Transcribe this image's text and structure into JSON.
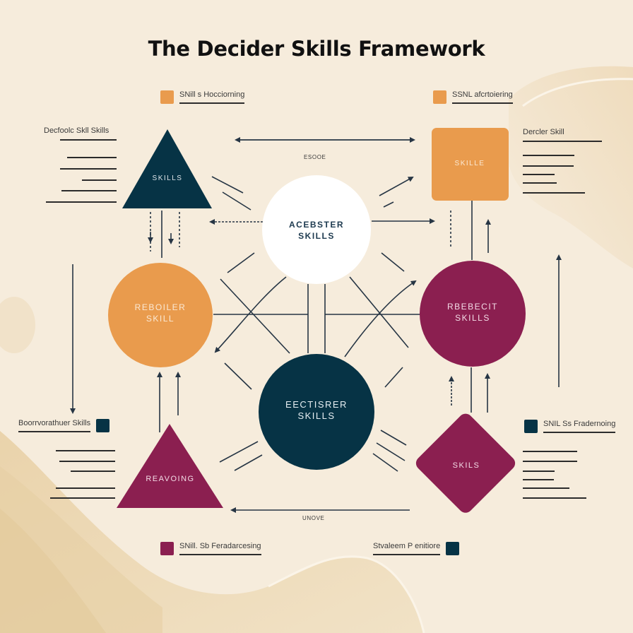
{
  "title": "The Decider Skills Framework",
  "colors": {
    "background": "#f6ecdc",
    "navy": "#063345",
    "orange": "#e99b4d",
    "maroon": "#8b1f50",
    "white": "#ffffff",
    "ink": "#2b2b2b"
  },
  "legends": {
    "top_left": {
      "label": "SNill s Hocciorning",
      "color": "orange"
    },
    "top_right": {
      "label": "SSNL afcrtoiering",
      "color": "orange"
    },
    "mid_right": {
      "label": "SNIL Ss Fradernoing",
      "color": "navy"
    },
    "bottom_left": {
      "label": "SNill. Sb Feradarcesing",
      "color": "maroon"
    },
    "bottom_right": {
      "label": "Stvaleem P enitiore",
      "color": "navy"
    },
    "mid_left": {
      "label": "Boorrvorathuer Skills",
      "color": "navy"
    }
  },
  "text_blocks": {
    "top_left_title": "Decfoolc Skll Skills",
    "top_right_title": "Dercler Skill"
  },
  "nodes": {
    "top_left_triangle": {
      "label": "SKILLS",
      "shape": "triangle",
      "color": "navy"
    },
    "top_right_square": {
      "label": "SKILLE",
      "shape": "rounded-square",
      "color": "orange"
    },
    "center_top_circle": {
      "label": "ACEBSTER\nSKILLS",
      "shape": "circle",
      "color": "white"
    },
    "left_circle": {
      "label": "REBOILER\nSKILL",
      "shape": "circle",
      "color": "orange"
    },
    "right_circle": {
      "label": "RBEBECIT\nSKILLS",
      "shape": "circle",
      "color": "maroon"
    },
    "center_bottom_circle": {
      "label": "EECTISRER\nSKILLS",
      "shape": "circle",
      "color": "navy"
    },
    "bottom_left_triangle": {
      "label": "REAVOING",
      "shape": "triangle",
      "color": "maroon"
    },
    "bottom_right_diamond": {
      "label": "SKILS",
      "shape": "diamond",
      "color": "maroon"
    }
  },
  "connector_labels": {
    "top_arrow": "ESOOE",
    "bottom_arrow": "UNOVE"
  }
}
